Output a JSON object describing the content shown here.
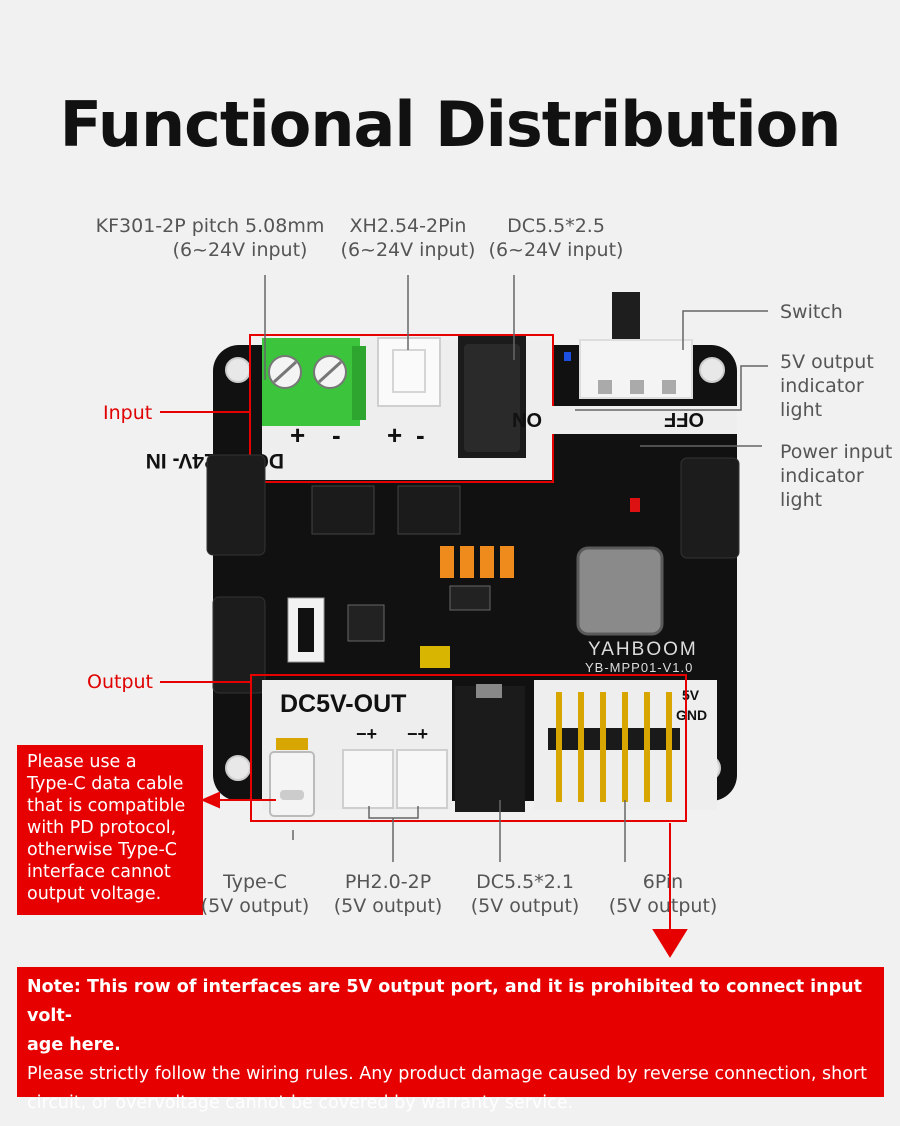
{
  "title": "Functional Distribution",
  "top_labels": {
    "kf301": {
      "line1": "KF301-2P pitch 5.08mm",
      "line2": "(6~24V input)"
    },
    "xh254": {
      "line1": "XH2.54-2Pin",
      "line2": "(6~24V input)"
    },
    "dc55_25": {
      "line1": "DC5.5*2.5",
      "line2": "(6~24V input)"
    }
  },
  "right_labels": {
    "switch": "Switch",
    "led5v": {
      "line1": "5V output",
      "line2": "indicator",
      "line3": "light"
    },
    "ledpwr": {
      "line1": "Power input",
      "line2": "indicator",
      "line3": "light"
    }
  },
  "side_labels": {
    "input": "Input",
    "output": "Output"
  },
  "callout": {
    "lines": [
      "Please use a",
      "Type-C data cable",
      "that is compatible",
      "with PD protocol,",
      "otherwise Type-C",
      "interface cannot",
      "output voltage."
    ]
  },
  "bottom_labels": {
    "typec": {
      "line1": "Type-C",
      "line2": "(5V output)"
    },
    "ph20": {
      "line1": "PH2.0-2P",
      "line2": "(5V output)"
    },
    "dc55_21": {
      "line1": "DC5.5*2.1",
      "line2": "(5V output)"
    },
    "pin6": {
      "line1": "6Pin",
      "line2": "(5V output)"
    }
  },
  "board": {
    "input_text": "DC6V~24V- IN",
    "on_text": "ON",
    "off_text": "OFF",
    "output_text": "DC5V-OUT",
    "brand": "YAHBOOM",
    "model": "YB-MPP01-V1.0",
    "pin_top": "5V",
    "pin_bottom": "GND",
    "plus": "+",
    "minus": "-",
    "minus_plus": "−+"
  },
  "note": {
    "bold_line1": "Note: This row of interfaces are 5V output port, and it is prohibited to connect input volt-",
    "bold_line2": "age here.",
    "regular_line1": "Please strictly follow the wiring rules. Any product damage caused by reverse connection, short",
    "regular_line2": "circuit, or overvoltage cannot be covered by warranty service."
  },
  "colors": {
    "accent_red": "#e60000",
    "board": "#111111",
    "silk": "#eeeeee",
    "terminal_green": "#3cc43c"
  }
}
